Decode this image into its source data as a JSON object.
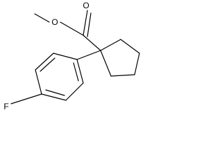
{
  "molecule": {
    "atom_labels": {
      "carbonyl_oxygen": "O",
      "ester_oxygen": "O",
      "fluorine": "F"
    },
    "colors": {
      "bond": "#000000",
      "label": "#000000",
      "background": "#ffffff"
    }
  }
}
